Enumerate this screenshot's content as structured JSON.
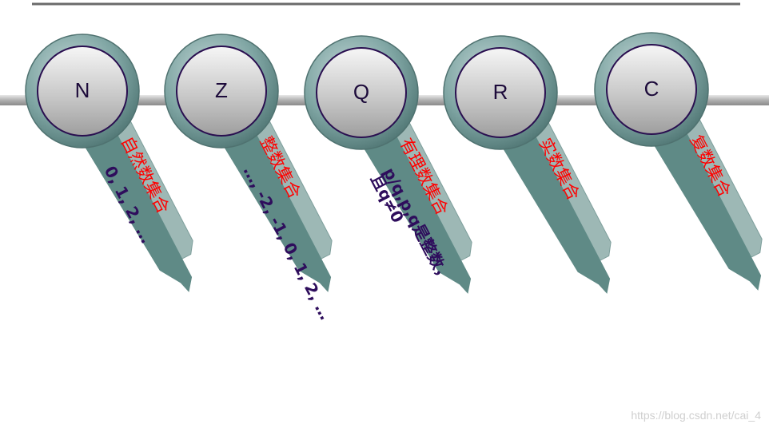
{
  "sets": [
    {
      "symbol": "N",
      "name": "自然数集合",
      "elements": [
        "0, 1, 2, …"
      ]
    },
    {
      "symbol": "Z",
      "name": "整数集合",
      "elements": [
        "…, -2, -1, 0, 1, 2, …"
      ]
    },
    {
      "symbol": "Q",
      "name": "有理数集合",
      "elements": [
        "p/q,p,q是整数，",
        "且q≠0"
      ]
    },
    {
      "symbol": "R",
      "name": "实数集合",
      "elements": []
    },
    {
      "symbol": "C",
      "name": "复数集合",
      "elements": []
    }
  ],
  "watermark": "https://blog.csdn.net/cai_4",
  "colors": {
    "name_text": "#ff0000",
    "element_text": "#2e0d5c",
    "symbol_text": "#1c0a3a",
    "tag_dark": "#5f8a86",
    "tag_light": "#9db8b5",
    "ring": "#6f9a98",
    "rod": "#b5b5b5",
    "top_line": "#6a6a6a"
  }
}
